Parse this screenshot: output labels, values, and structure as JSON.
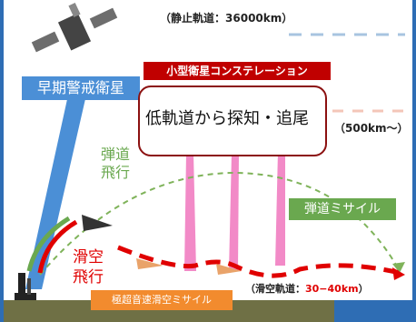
{
  "labels": {
    "geo_orbit_prefix": "（静止軌道：",
    "geo_orbit_altitude": "36000km",
    "geo_orbit_suffix": "）",
    "early_warning_satellite": "早期警戒衛星",
    "small_satellite_constellation": "小型衛星コンステレーション",
    "detect_track": "低軌道から探知・追尾",
    "leo_altitude": "（500km～）",
    "ballistic_flight": "弾道飛行",
    "ballistic_missile": "弾道ミサイル",
    "glide_flight": "滑空飛行",
    "glide_orbit_prefix": "（滑空軌道：",
    "glide_orbit_altitude": "30−40km",
    "glide_orbit_suffix": "）",
    "hypersonic_glide_missile": "極超音速滑空ミサイル"
  },
  "colors": {
    "frame_blue": "#2e6db4",
    "early_warning_blue": "#4b8fd6",
    "constellation_red": "#c00000",
    "ballistic_green": "#6aa84f",
    "glide_red": "#e00000",
    "hgv_orange": "#f28b2e",
    "sensor_pink": "#f06bb8",
    "ground_olive": "#6f7045"
  },
  "icons": [
    "satellite-icon",
    "launcher-icon",
    "glide-vehicle-icon"
  ]
}
